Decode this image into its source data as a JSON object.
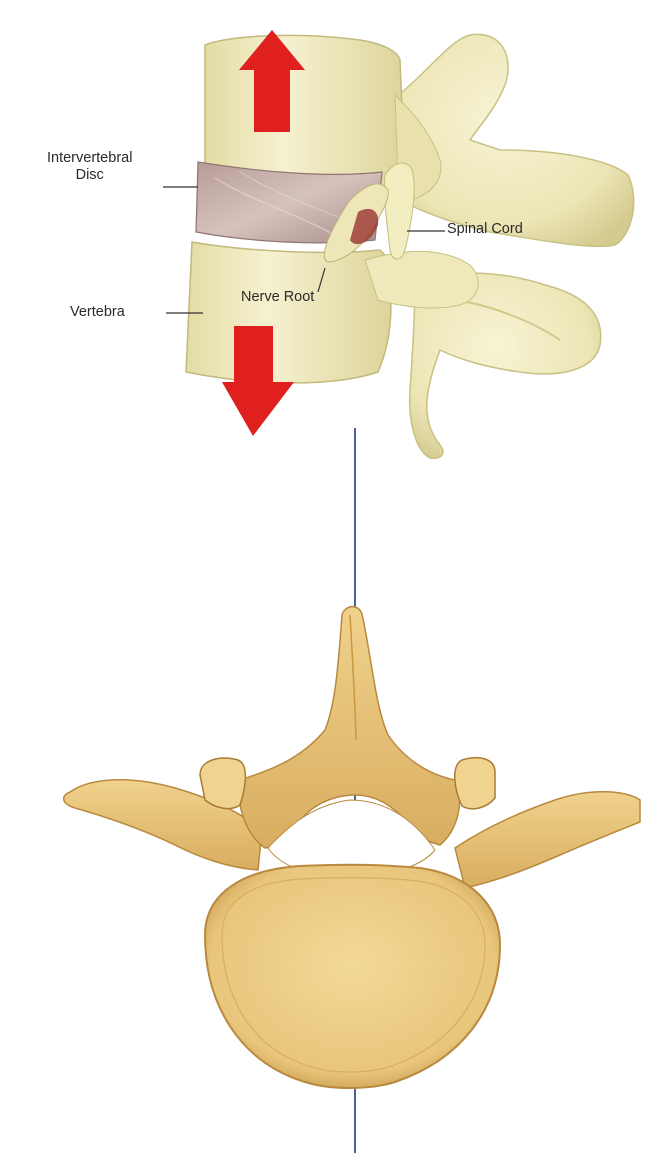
{
  "labels": {
    "intervertebral_disc_line1": "Intervertebral",
    "intervertebral_disc_line2": "Disc",
    "vertebra": "Vertebra",
    "nerve_root": "Nerve Root",
    "spinal_cord": "Spinal Cord"
  },
  "colors": {
    "bone_light": "#f1ecc2",
    "bone_shade": "#d6cf98",
    "bone_top_view": "#e9c67a",
    "bone_top_view_shade": "#c99d4c",
    "disc": "#c7aeaa",
    "arrow": "#e11d1d",
    "guide_line": "#1f3a7a"
  },
  "icons": {
    "arrow_up": "up-arrow-icon",
    "arrow_down": "down-arrow-icon"
  }
}
